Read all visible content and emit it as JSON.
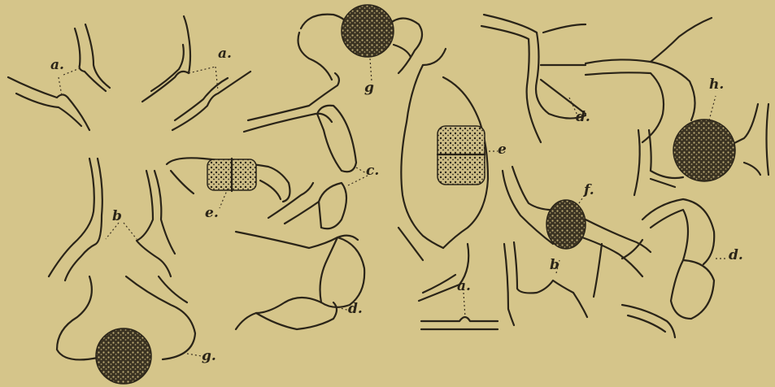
{
  "figure": {
    "background_color": "#d5c58a",
    "ink_color": "#2a2418",
    "labels": {
      "a1": "a.",
      "a2": "a.",
      "a3": "a.",
      "b1": "b",
      "b2": "b",
      "c1": "c.",
      "d1": "d.",
      "d2": "d.",
      "d3": "d.",
      "e1": "e.",
      "e2": "e",
      "f1": "f.",
      "g1": "g",
      "g2": "g.",
      "h1": "h."
    }
  }
}
